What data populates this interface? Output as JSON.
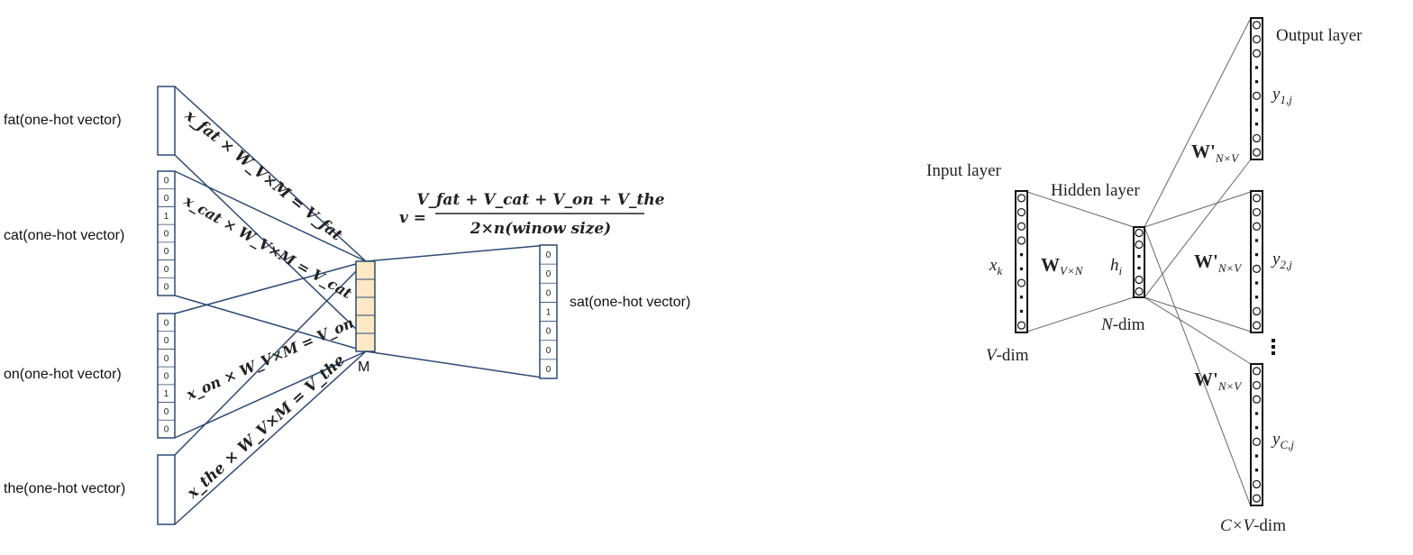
{
  "cbow_example": {
    "inputs": [
      {
        "label": "fat(one-hot vector)",
        "equation": "x_fat × W_V×M = V_fat"
      },
      {
        "label": "cat(one-hot vector)",
        "values": [
          "0",
          "0",
          "1",
          "0",
          "0",
          "0",
          "0"
        ],
        "equation": "x_cat × W_V×M = V_cat"
      },
      {
        "label": "on(one-hot vector)",
        "values": [
          "0",
          "0",
          "0",
          "0",
          "1",
          "0",
          "0"
        ],
        "equation": "x_on × W_V×M = V_on"
      },
      {
        "label": "the(one-hot vector)",
        "equation": "x_the × W_V×M = V_the"
      }
    ],
    "hidden_label": "M",
    "average_formula": {
      "lhs": "v =",
      "numerator": "V_fat + V_cat + V_on + V_the",
      "denominator": "2×n(winow size)"
    },
    "output": {
      "label": "sat(one-hot vector)",
      "values": [
        "0",
        "0",
        "0",
        "1",
        "0",
        "0",
        "0"
      ]
    }
  },
  "skipgram_architecture": {
    "input_layer_label": "Input layer",
    "hidden_layer_label": "Hidden layer",
    "output_layer_label": "Output layer",
    "input_var": "x_k",
    "hidden_var": "h_i",
    "input_weight": "W_V×N",
    "output_weight": "W'_N×V",
    "input_dim": "V-dim",
    "hidden_dim": "N-dim",
    "output_dim": "C×V-dim",
    "outputs": [
      "y_1,j",
      "y_2,j",
      "y_C,j"
    ]
  }
}
